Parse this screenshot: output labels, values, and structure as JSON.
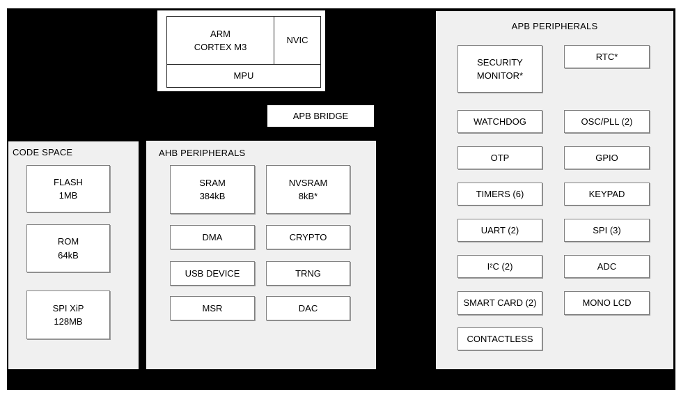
{
  "diagram": {
    "cpu": {
      "core_label": "ARM\nCORTEX M3",
      "nvic_label": "NVIC",
      "mpu_label": "MPU"
    },
    "apb_bridge": {
      "label": "APB BRIDGE"
    },
    "code_space": {
      "title": "CODE SPACE",
      "items": [
        {
          "label": "FLASH\n1MB"
        },
        {
          "label": "ROM\n64kB"
        },
        {
          "label": "SPI XiP\n128MB"
        }
      ]
    },
    "ahb": {
      "title": "AHB PERIPHERALS",
      "items": [
        {
          "label": "SRAM\n384kB"
        },
        {
          "label": "NVSRAM\n8kB*"
        },
        {
          "label": "DMA"
        },
        {
          "label": "CRYPTO"
        },
        {
          "label": "USB DEVICE"
        },
        {
          "label": "TRNG"
        },
        {
          "label": "MSR"
        },
        {
          "label": "DAC"
        }
      ]
    },
    "apb": {
      "title": "APB PERIPHERALS",
      "left_items": [
        {
          "label": "SECURITY\nMONITOR*"
        },
        {
          "label": "WATCHDOG"
        },
        {
          "label": "OTP"
        },
        {
          "label": "TIMERS (6)"
        },
        {
          "label": "UART (2)"
        },
        {
          "label": "I²C (2)"
        },
        {
          "label": "SMART CARD (2)"
        },
        {
          "label": "CONTACTLESS"
        }
      ],
      "right_items": [
        {
          "label": "RTC*"
        },
        {
          "label": "OSC/PLL (2)"
        },
        {
          "label": "GPIO"
        },
        {
          "label": "KEYPAD"
        },
        {
          "label": "SPI (3)"
        },
        {
          "label": "ADC"
        },
        {
          "label": "MONO LCD"
        }
      ]
    },
    "colors": {
      "canvas_bg": "#000000",
      "panel_bg": "#f0f0f0",
      "box_bg": "#ffffff",
      "box_border": "#7f7f7f",
      "text": "#000000"
    }
  }
}
